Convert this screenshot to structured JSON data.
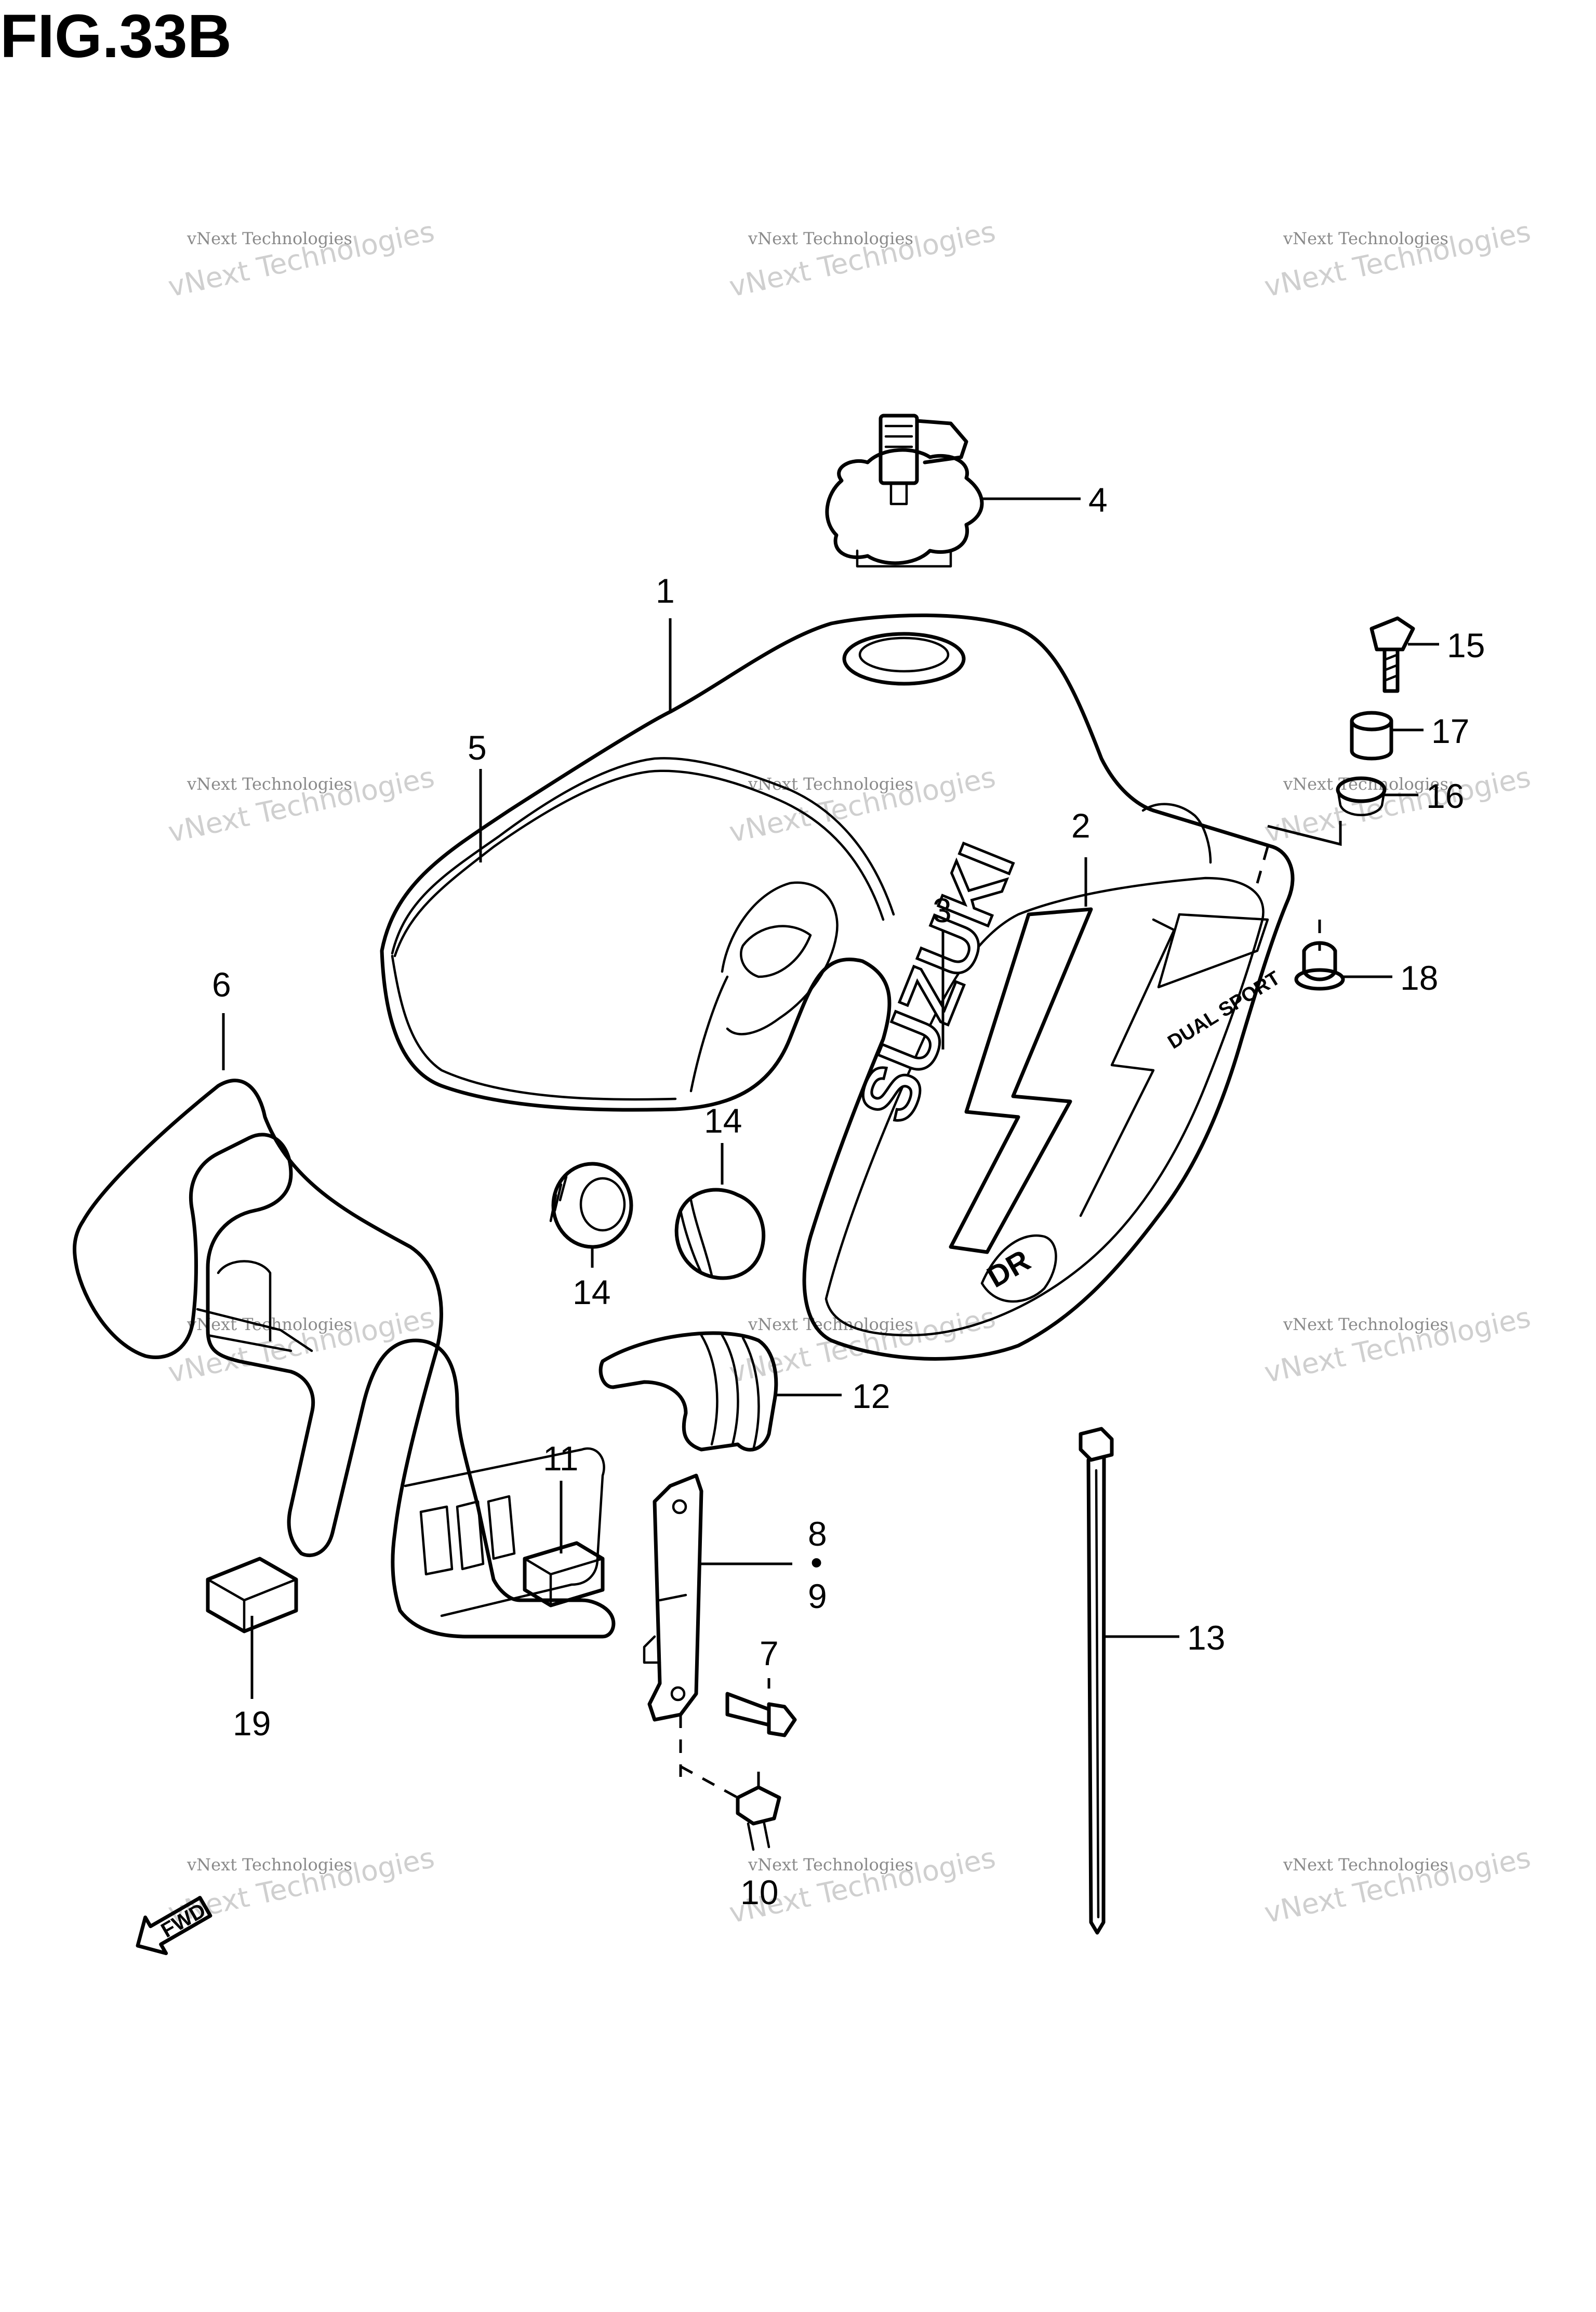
{
  "figure": {
    "title": "FIG.33B",
    "callouts": [
      "1",
      "2",
      "3",
      "4",
      "5",
      "6",
      "7",
      "8",
      "•",
      "9",
      "10",
      "11",
      "12",
      "13",
      "14",
      "14",
      "15",
      "16",
      "17",
      "18",
      "19"
    ],
    "decals": {
      "brand": "SUZUKI",
      "model_badge": "DR",
      "stripe_text": "DUAL SPORT",
      "fwd_arrow": "FWD"
    },
    "watermark": {
      "line1": "vNext Technologies",
      "line2": "vNext Technologies",
      "repeat_count": 12
    },
    "colors": {
      "ink": "#000000",
      "background": "#ffffff",
      "watermark": "#8a8a8a"
    }
  }
}
